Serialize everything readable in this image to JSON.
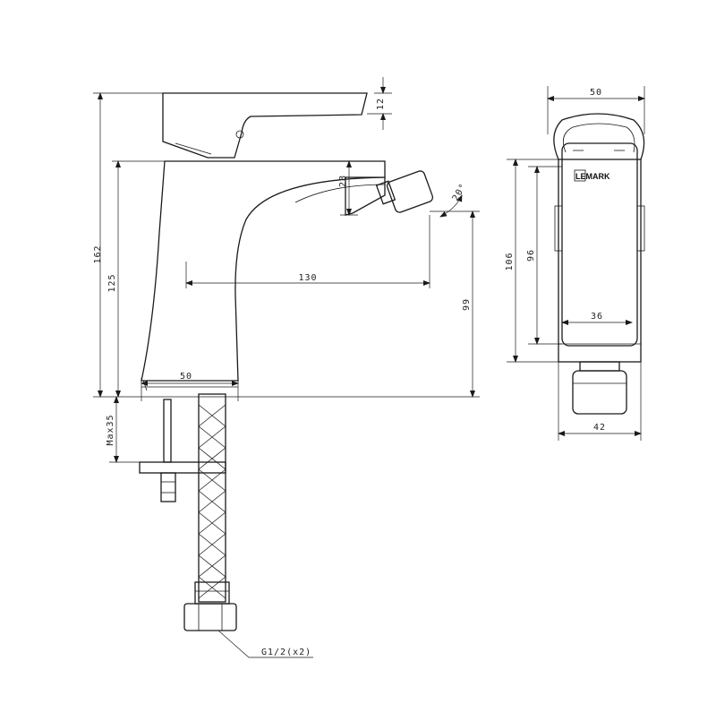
{
  "dimensions": {
    "overall_height": "162",
    "body_height": "125",
    "lever_thickness": "12",
    "outlet_drop": "28",
    "spout_reach": "130",
    "outlet_height": "99",
    "base_width": "50",
    "max_deck_thickness": "Max35",
    "connection_thread": "G1/2(x2)",
    "swivel_angle": "20°",
    "side_top_width": "50",
    "side_height_outer": "106",
    "side_height_inner": "96",
    "side_inner_width": "36",
    "side_bottom_width": "42"
  },
  "logo": {
    "text": "LEMARK"
  }
}
